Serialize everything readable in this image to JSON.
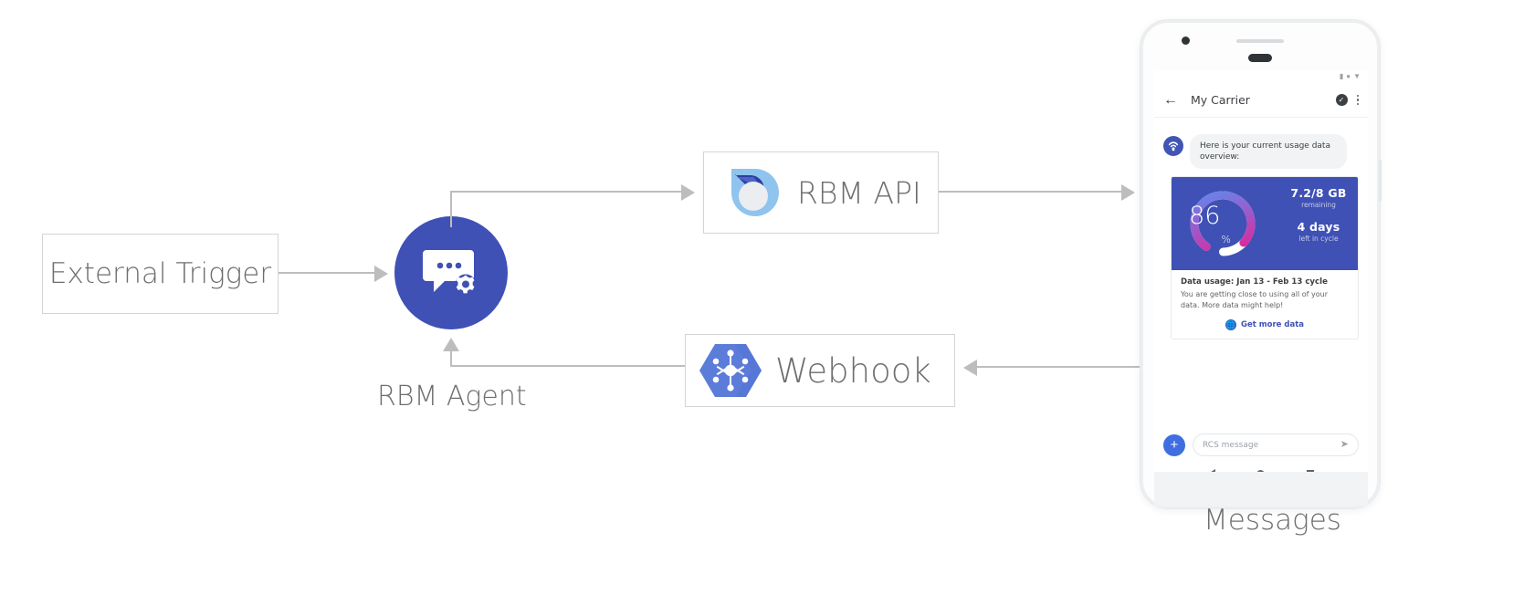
{
  "diagram": {
    "external_trigger": {
      "label": "External Trigger"
    },
    "rbm_agent": {
      "caption": "RBM Agent",
      "icon": "chat-gear-icon"
    },
    "rbm_api": {
      "label": "RBM API",
      "icon": "rbm-api-droplet-icon"
    },
    "webhook": {
      "label": "Webhook",
      "icon": "webhook-hexagon-icon"
    },
    "messages_caption": "Messages",
    "arrow_color": "#bdbdbd",
    "box_border_color": "#d5d5d5",
    "text_color": "#6e6e6e"
  },
  "phone": {
    "status_bar": {
      "icons": [
        "signal-icon",
        "wifi-icon",
        "battery-icon"
      ]
    },
    "toolbar": {
      "back_icon": "back-arrow-icon",
      "title": "My Carrier",
      "verified_icon": "verified-shield-icon",
      "overflow_icon": "overflow-menu-icon"
    },
    "conversation": {
      "avatar_icon": "carrier-signal-avatar-icon",
      "message_text": "Here is your current usage data overview:",
      "card": {
        "gauge": {
          "percent": "86",
          "percent_symbol": "%",
          "value": 86,
          "gradient_start": "#5b8df0",
          "gradient_end": "#e0269b",
          "track_color": "#ffffff"
        },
        "stats": [
          {
            "main": "7.2/8 GB",
            "sub": "remaining"
          },
          {
            "main": "4 days",
            "sub": "left in cycle"
          }
        ],
        "title": "Data usage: Jan 13 - Feb 13 cycle",
        "description": "You are getting close to using all of your data. More data might help!",
        "action": {
          "icon": "globe-icon",
          "label": "Get more data"
        },
        "hero_background": "#3f51b5"
      }
    },
    "composer": {
      "plus_icon": "plus-icon",
      "placeholder": "RCS message",
      "send_icon": "send-icon"
    },
    "nav_bar": {
      "back_icon": "nav-back-icon",
      "home_icon": "nav-home-icon",
      "recents_icon": "nav-recents-icon"
    }
  }
}
